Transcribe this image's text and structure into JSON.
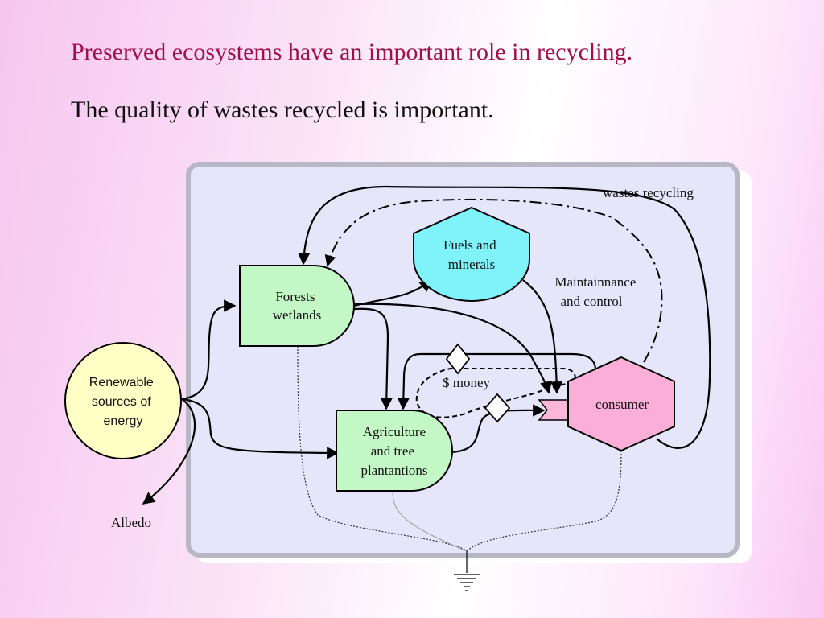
{
  "slide": {
    "title": "Preserved ecosystems have an important role in recycling.",
    "subtitle": "The quality of wastes recycled is important."
  },
  "diagram": {
    "frame_label": "wastes recycling",
    "source": {
      "lines": [
        "Renewable",
        "sources of",
        "energy"
      ]
    },
    "forests": {
      "lines": [
        "Forests",
        "wetlands"
      ]
    },
    "fuels": {
      "lines": [
        "Fuels and",
        "minerals"
      ]
    },
    "agriculture": {
      "lines": [
        "Agriculture",
        "and tree",
        "plantantions"
      ]
    },
    "consumer": {
      "label": "consumer"
    },
    "maintenance": {
      "lines": [
        "Maintainnance",
        "and control"
      ]
    },
    "money": {
      "label": "$ money"
    },
    "albedo": {
      "label": "Albedo"
    }
  },
  "colors": {
    "title": "#a0104a",
    "frame_fill": "#e6e6fb",
    "frame_stroke": "#b7b7c6",
    "source_fill": "#ffffc6",
    "forest_fill": "#c4f7c6",
    "fuels_fill": "#7ff3f9",
    "consumer_fill": "#fbaed8",
    "interface_fill": "#fbb6d8"
  }
}
